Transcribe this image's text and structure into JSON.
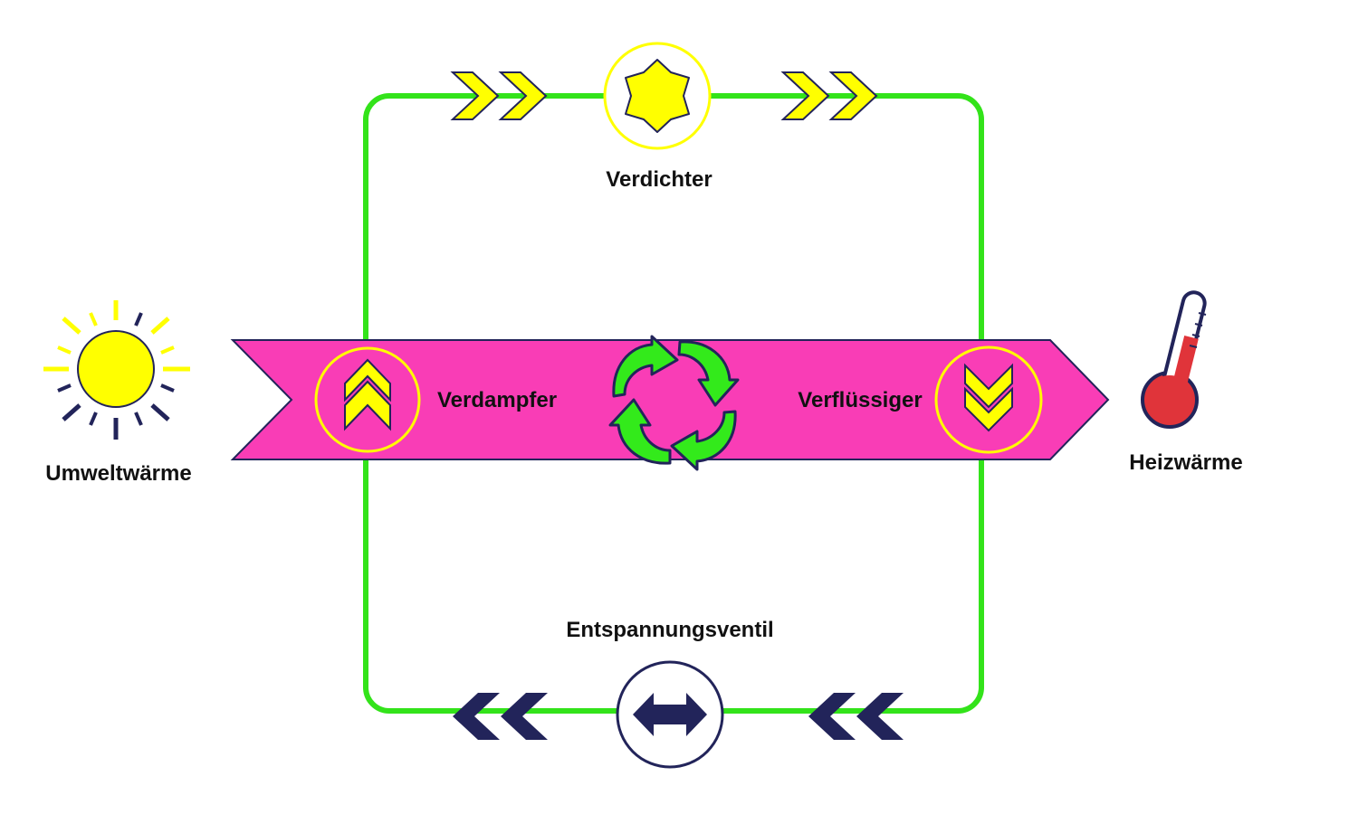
{
  "labels": {
    "compressor": "Verdichter",
    "expansion_valve": "Entspannungsventil",
    "evaporator": "Verdampfer",
    "condenser": "Verflüssiger",
    "ambient_heat": "Umweltwärme",
    "heating_heat": "Heizwärme"
  },
  "colors": {
    "loop": "#33e31a",
    "band": "#f93db6",
    "yellow": "#ffff00",
    "navy": "#22245a",
    "thermometer_red": "#e0343a",
    "cycle_green": "#33ea1b"
  },
  "icons": {
    "ambient": "sun-icon",
    "heating": "thermometer-icon",
    "compressor": "star-icon",
    "expansion_valve": "double-arrow-icon",
    "evaporator": "chevron-up-icon",
    "condenser": "chevron-down-icon",
    "cycle": "recycle-icon"
  }
}
